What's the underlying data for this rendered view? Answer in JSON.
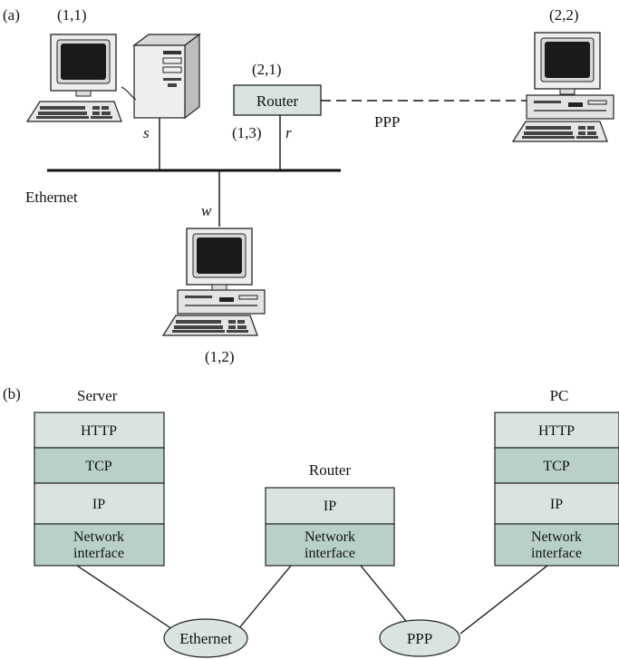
{
  "part_a": {
    "label": "(a)",
    "hosts": {
      "h11": "(1,1)",
      "h12": "(1,2)",
      "h22": "(2,2)",
      "router_addr": "(2,1)",
      "router_port": "(1,3)"
    },
    "router": "Router",
    "link": "PPP",
    "ethernet": "Ethernet",
    "taps": {
      "s": "s",
      "r": "r",
      "w": "w"
    }
  },
  "part_b": {
    "label": "(b)",
    "stacks": {
      "server": {
        "title": "Server",
        "layers": [
          "HTTP",
          "TCP",
          "IP",
          "Network",
          "interface"
        ]
      },
      "router": {
        "title": "Router",
        "layers": [
          "IP",
          "Network",
          "interface"
        ]
      },
      "pc": {
        "title": "PC",
        "layers": [
          "HTTP",
          "TCP",
          "IP",
          "Network",
          "interface"
        ]
      }
    },
    "networks": [
      "Ethernet",
      "PPP"
    ]
  },
  "colors": {
    "light_layer": "#d9e4e1",
    "dark_layer": "#b9d0ca",
    "router_box": "#d9e4e1",
    "screen": "#1a1a1a",
    "stroke": "#222222"
  }
}
